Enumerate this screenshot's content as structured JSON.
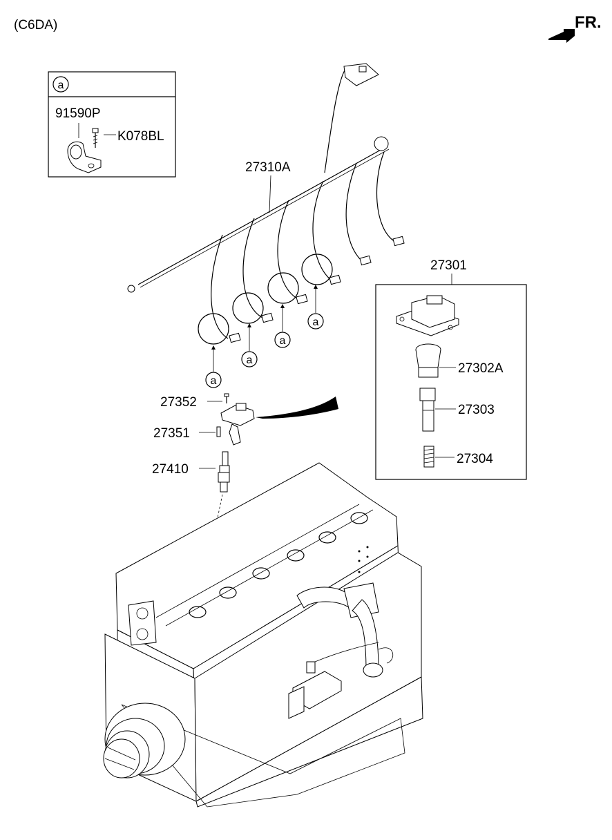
{
  "model_code": "(C6DA)",
  "direction_label": "FR.",
  "detail_box": {
    "ref_letter": "a",
    "part_clamp": "91590P",
    "part_bolt": "K078BL"
  },
  "callout_letter": "a",
  "parts": {
    "harness": "27310A",
    "coil_assembly": "27301",
    "coil_boot": "27302A",
    "coil_spring_holder": "27303",
    "coil_spring": "27304",
    "sensor_bolt": "27352",
    "sensor_pin": "27351",
    "spark_plug": "27410"
  }
}
